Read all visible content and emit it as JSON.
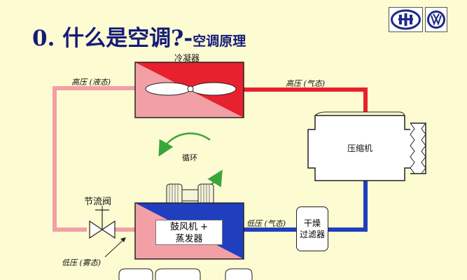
{
  "title": {
    "main": "0. 什么是空调?-",
    "sub": "空调原理"
  },
  "labels": {
    "condenser": "冷凝器",
    "high_liquid": "高压 (液态)",
    "high_gas": "高压 (气态)",
    "compressor": "压缩机",
    "cycle": "循环",
    "valve": "节流阀",
    "evap_line1": "鼓风机 +",
    "evap_line2": "蒸发器",
    "low_gas": "低压 (气态)",
    "filter_line1": "干燥",
    "filter_line2": "过滤器",
    "low_mist": "低压 (雾态)"
  },
  "colors": {
    "high_pressure_pipe": "#e8212f",
    "liquid_pipe": "#f2a0a6",
    "low_pressure_pipe": "#1f3fbf",
    "cycle_arrow": "#3aa63a",
    "title": "#141b78"
  },
  "icons": {
    "logo_left": "faw-logo",
    "logo_right": "vw-logo"
  }
}
